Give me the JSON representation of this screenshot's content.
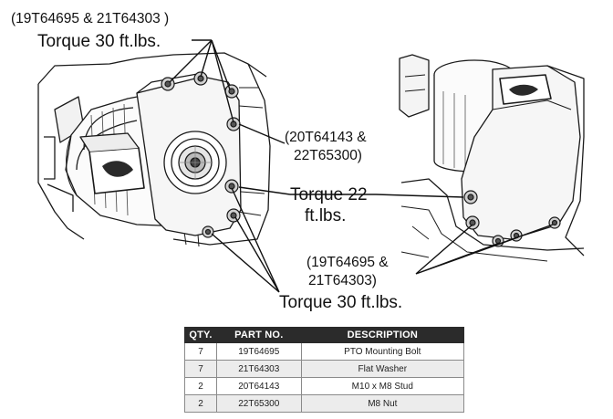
{
  "callouts": {
    "top_left_parts": "(19T64695 & 21T64303 )",
    "top_left_torque": "Torque 30 ft.lbs.",
    "stud_parts_line1": "(20T64143 &",
    "stud_parts_line2": "22T65300)",
    "mid_torque_line1": "Torque 22",
    "mid_torque_line2": "ft.lbs.",
    "bottom_parts_line1": "(19T64695 &",
    "bottom_parts_line2": "21T64303)",
    "bottom_torque": "Torque 30 ft.lbs."
  },
  "parts_table": {
    "headers": [
      "QTY.",
      "PART NO.",
      "DESCRIPTION"
    ],
    "rows": [
      [
        "7",
        "19T64695",
        "PTO Mounting Bolt"
      ],
      [
        "7",
        "21T64303",
        "Flat Washer"
      ],
      [
        "2",
        "20T64143",
        "M10 x M8 Stud"
      ],
      [
        "2",
        "22T65300",
        "M8 Nut"
      ]
    ]
  }
}
